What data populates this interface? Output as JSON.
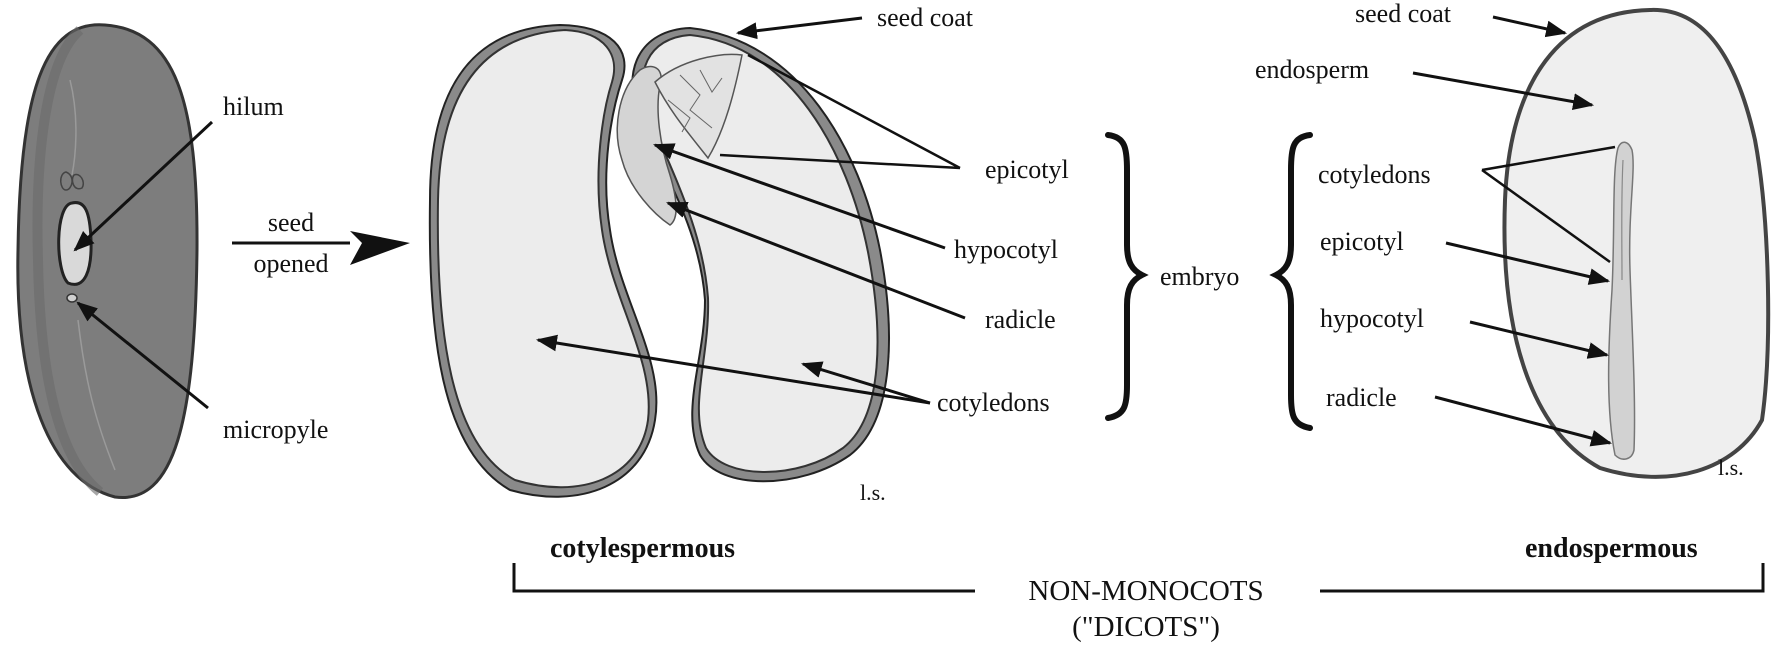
{
  "exterior_labels": {
    "hilum": "hilum",
    "micropyle": "micropyle",
    "action_line1": "seed",
    "action_line2": "opened"
  },
  "cotylespermous": {
    "seed_coat": "seed coat",
    "epicotyl": "epicotyl",
    "hypocotyl": "hypocotyl",
    "radicle": "radicle",
    "cotyledons": "cotyledons",
    "section_note": "l.s.",
    "type_name": "cotylespermous"
  },
  "embryo_label": "embryo",
  "endospermous": {
    "seed_coat": "seed coat",
    "endosperm": "endosperm",
    "cotyledons": "cotyledons",
    "epicotyl": "epicotyl",
    "hypocotyl": "hypocotyl",
    "radicle": "radicle",
    "section_note": "l.s.",
    "type_name": "endospermous"
  },
  "group": {
    "line1": "NON-MONOCOTS",
    "line2": "(\"DICOTS\")"
  }
}
